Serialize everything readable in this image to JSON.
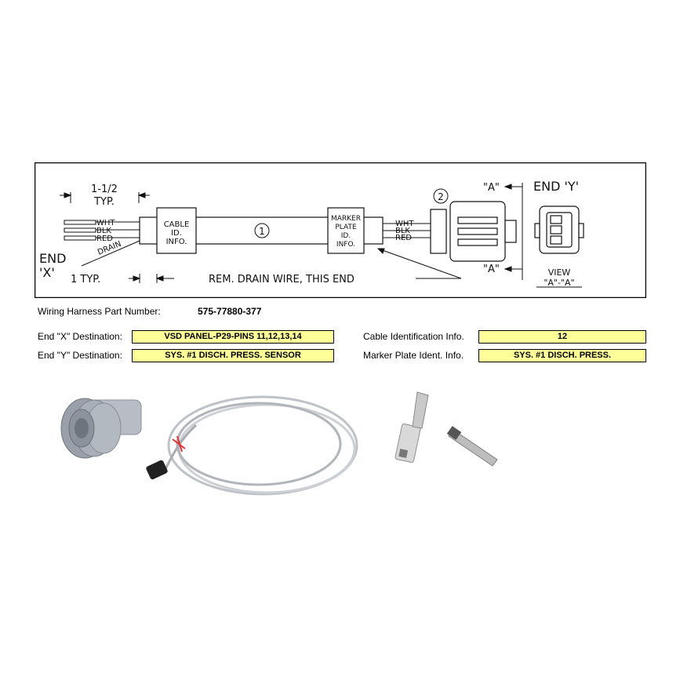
{
  "diagram": {
    "end_x": "END",
    "end_x_letter": "'X'",
    "end_y": "END 'Y'",
    "dim_top": "1-1/2",
    "dim_top_typ": "TYP.",
    "dim_bottom": "1 TYP.",
    "wires_left": [
      "WHT",
      "BLK",
      "RED"
    ],
    "drain": "DRAIN",
    "cable_box": [
      "CABLE",
      "ID.",
      "INFO."
    ],
    "cable_callout": "1",
    "marker_box": [
      "MARKER",
      "PLATE",
      "ID.",
      "INFO."
    ],
    "wires_right": [
      "WHT",
      "BLK",
      "RED"
    ],
    "connector_callout": "2",
    "section_top": "\"A\"",
    "section_bottom": "\"A\"",
    "view_label": "VIEW",
    "view_section": "\"A\"-\"A\"",
    "drain_note": "REM. DRAIN WIRE, THIS END"
  },
  "part_number": {
    "label": "Wiring Harness Part Number:",
    "value": "575-77880-377"
  },
  "fields": {
    "end_x_label": "End \"X\" Destination:",
    "end_x_value": "VSD PANEL-P29-PINS 11,12,13,14",
    "end_y_label": "End \"Y\" Destination:",
    "end_y_value": "SYS. #1 DISCH. PRESS. SENSOR",
    "cable_id_label": "Cable Identification Info.",
    "cable_id_value": "12",
    "marker_label": "Marker Plate Ident. Info.",
    "marker_value": "SYS. #1 DISCH. PRESS."
  }
}
